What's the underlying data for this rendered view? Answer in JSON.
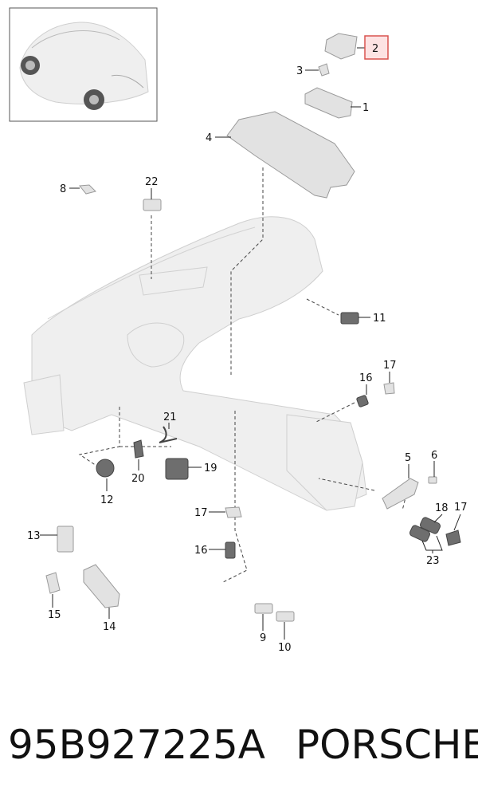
{
  "callouts": [
    {
      "id": "1",
      "text": "1"
    },
    {
      "id": "2",
      "text": "2",
      "highlighted": true
    },
    {
      "id": "3",
      "text": "3"
    },
    {
      "id": "4",
      "text": "4"
    },
    {
      "id": "5",
      "text": "5"
    },
    {
      "id": "6",
      "text": "6"
    },
    {
      "id": "8",
      "text": "8"
    },
    {
      "id": "9",
      "text": "9"
    },
    {
      "id": "10",
      "text": "10"
    },
    {
      "id": "11",
      "text": "11"
    },
    {
      "id": "12",
      "text": "12"
    },
    {
      "id": "13",
      "text": "13"
    },
    {
      "id": "14",
      "text": "14"
    },
    {
      "id": "15",
      "text": "15"
    },
    {
      "id": "16a",
      "text": "16"
    },
    {
      "id": "16b",
      "text": "16"
    },
    {
      "id": "17a",
      "text": "17"
    },
    {
      "id": "17b",
      "text": "17"
    },
    {
      "id": "17c",
      "text": "17"
    },
    {
      "id": "18",
      "text": "18"
    },
    {
      "id": "19",
      "text": "19"
    },
    {
      "id": "20",
      "text": "20"
    },
    {
      "id": "21",
      "text": "21"
    },
    {
      "id": "22",
      "text": "22"
    },
    {
      "id": "23",
      "text": "23"
    }
  ],
  "caption": {
    "part_number": "95B927225A",
    "brand": "PORSCHE"
  },
  "colors": {
    "highlight_box_fill": "#fde3e3",
    "highlight_box_stroke": "#d9534f",
    "thumbnail_border": "#555555"
  }
}
